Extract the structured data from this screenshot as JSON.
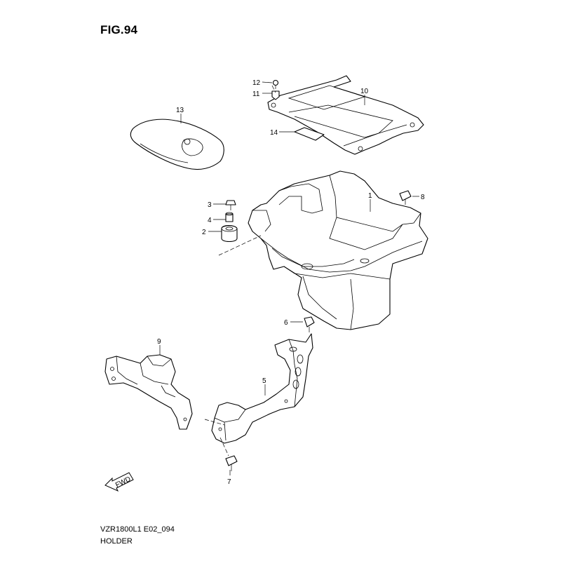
{
  "figure": {
    "title": "FIG.94",
    "model_code": "VZR1800L1 E02_094",
    "section_name": "HOLDER",
    "fwd_label": "FWD"
  },
  "callouts": {
    "p1": "1",
    "p2": "2",
    "p3": "3",
    "p4": "4",
    "p5": "5",
    "p6": "6",
    "p7": "7",
    "p8": "8",
    "p9": "9",
    "p10": "10",
    "p11": "11",
    "p12": "12",
    "p13": "13",
    "p14": "14"
  }
}
